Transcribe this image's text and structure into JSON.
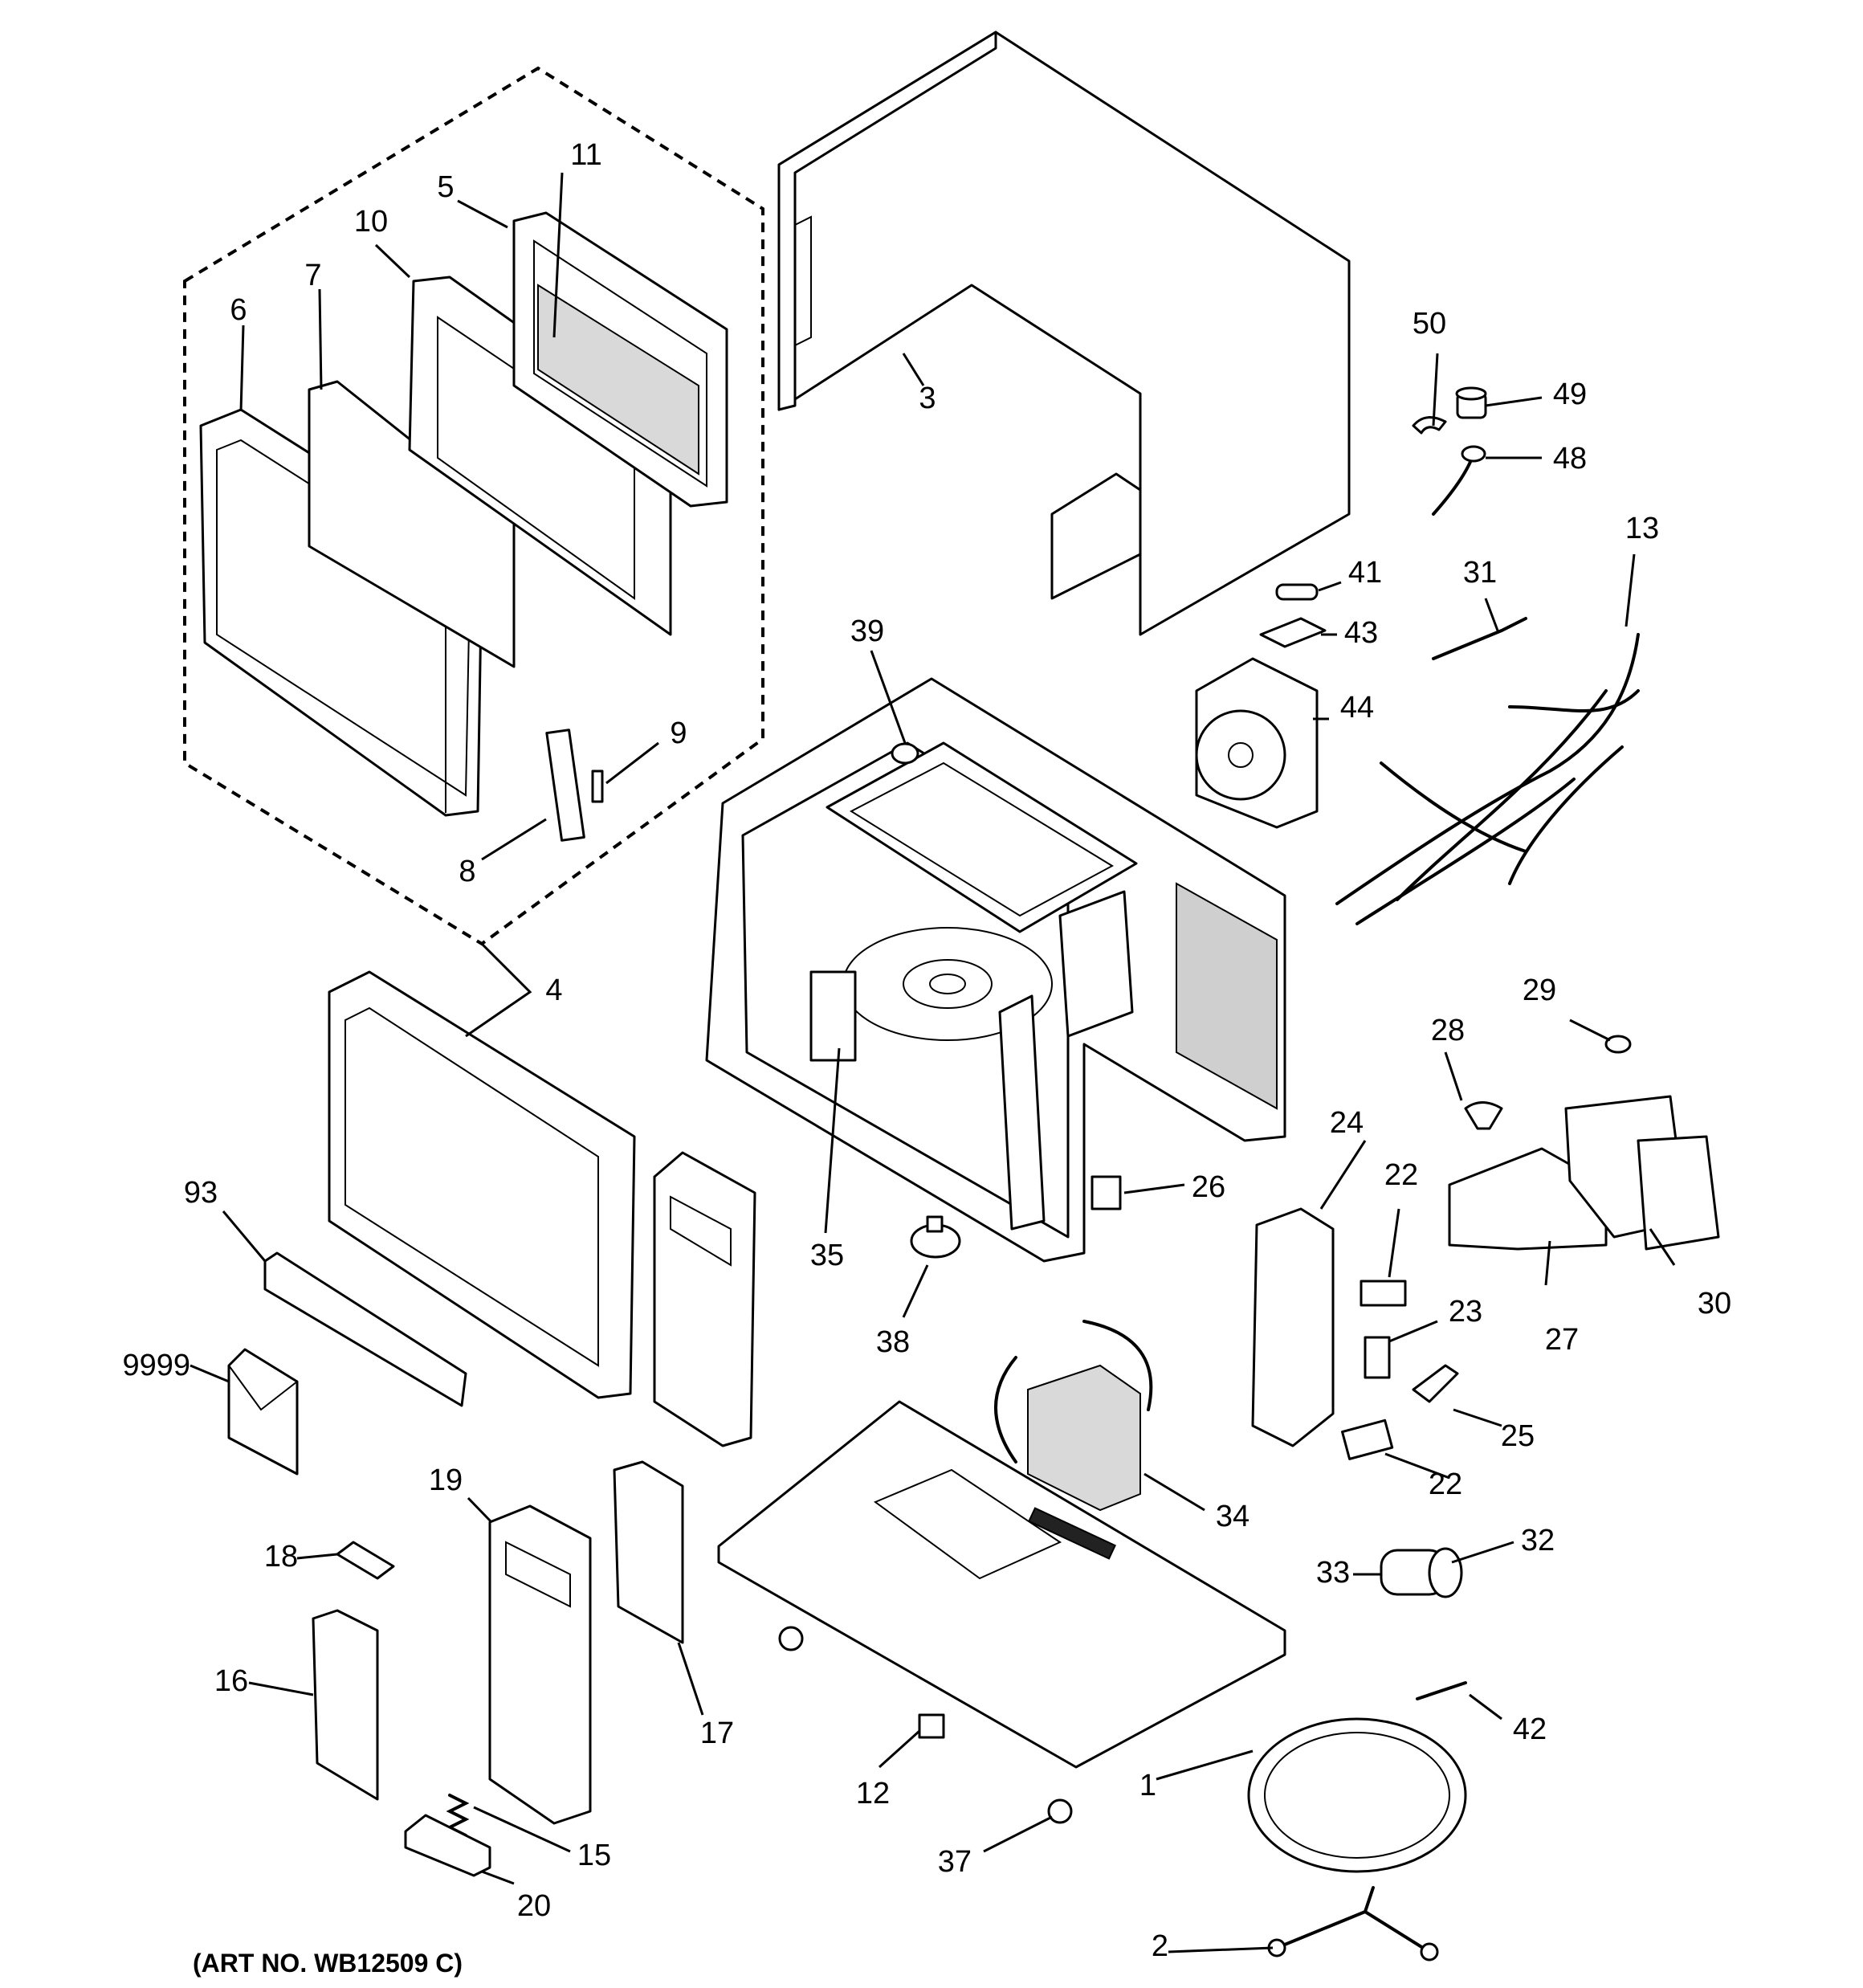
{
  "art_number": "(ART NO. WB12509 C)",
  "callouts": {
    "c1": "1",
    "c2": "2",
    "c3": "3",
    "c4": "4",
    "c5": "5",
    "c6": "6",
    "c7": "7",
    "c8": "8",
    "c9": "9",
    "c10": "10",
    "c11": "11",
    "c12": "12",
    "c13": "13",
    "c15": "15",
    "c16": "16",
    "c17": "17",
    "c18": "18",
    "c19": "19",
    "c20": "20",
    "c22a": "22",
    "c22b": "22",
    "c23": "23",
    "c24": "24",
    "c25": "25",
    "c26": "26",
    "c27": "27",
    "c28": "28",
    "c29": "29",
    "c30": "30",
    "c31": "31",
    "c32": "32",
    "c33": "33",
    "c34": "34",
    "c35": "35",
    "c37": "37",
    "c38": "38",
    "c39": "39",
    "c41": "41",
    "c42": "42",
    "c43": "43",
    "c44": "44",
    "c48": "48",
    "c49": "49",
    "c50": "50",
    "c93": "93",
    "c9999": "9999"
  }
}
